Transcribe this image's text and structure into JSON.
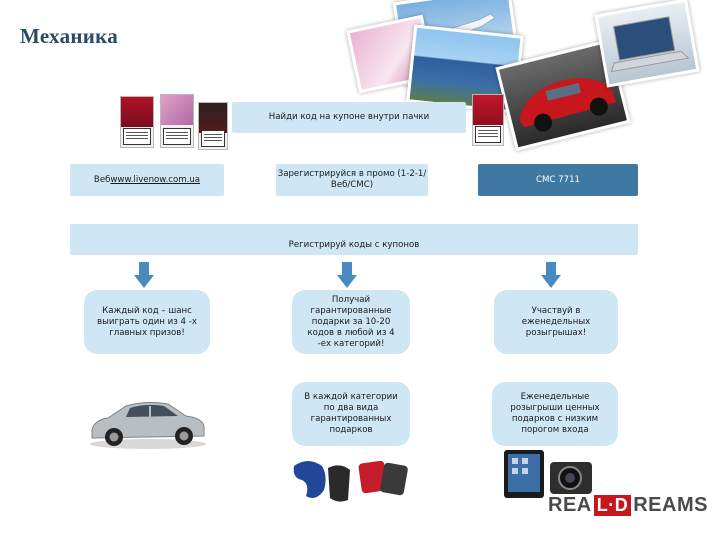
{
  "slide": {
    "title": "Механика",
    "step1": "Найди код на купоне внутри пачки",
    "web_prefix": "Веб ",
    "web_link": "www.livenow.com.ua",
    "register_promo": "Зарегистрируйся в промо (1-2-1/Веб/СМС)",
    "sms": "СМС 7711",
    "register_codes": "Регистрируй коды с купонов",
    "chance": "Каждый код – шанс выиграть один из 4 -х главных призов!",
    "guaranteed": "Получай гарантированные подарки за 10-20 кодов в любой из 4 -ех категорий!",
    "weekly": "Участвуй в еженедельных розыгрышах!",
    "category_gifts": "В каждой категории по два вида гарантированных подарков",
    "weekly_prizes": "Еженедельные розыгрыши ценных подарков с низким порогом входа"
  },
  "logo": {
    "part1": "REA",
    "part2": "L·D",
    "part3": "REAMS"
  },
  "colors": {
    "box": "#cfe6f4",
    "dark_box": "#3f79a3",
    "arrow": "#4a8ac3",
    "title": "#2a4a63"
  }
}
